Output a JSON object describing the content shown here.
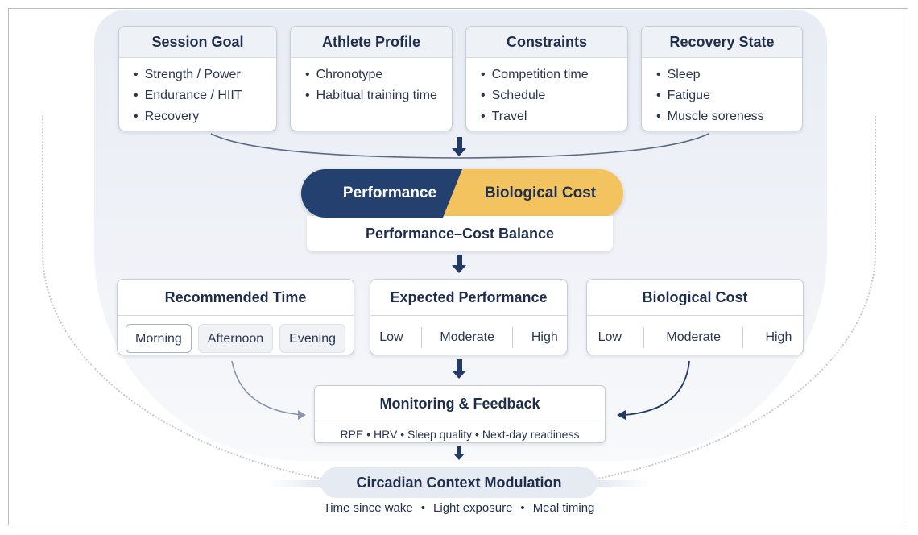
{
  "inputs": [
    {
      "title": "Session Goal",
      "items": [
        "Strength / Power",
        "Endurance / HIIT",
        "Recovery"
      ]
    },
    {
      "title": "Athlete Profile",
      "items": [
        "Chronotype",
        "Habitual training time"
      ]
    },
    {
      "title": "Constraints",
      "items": [
        "Competition time",
        "Schedule",
        "Travel"
      ]
    },
    {
      "title": "Recovery State",
      "items": [
        "Sleep",
        "Fatigue",
        "Muscle soreness"
      ]
    }
  ],
  "balance": {
    "left_label": "Performance",
    "right_label": "Biological Cost",
    "caption": "Performance–Cost Balance",
    "left_color": "#24406f",
    "right_color": "#f2c35e"
  },
  "outputs": {
    "recommended_time": {
      "title": "Recommended Time",
      "options": [
        "Morning",
        "Afternoon",
        "Evening"
      ],
      "selected": "Morning"
    },
    "expected_performance": {
      "title": "Expected Performance",
      "levels": [
        "Low",
        "Moderate",
        "High"
      ]
    },
    "biological_cost": {
      "title": "Biological Cost",
      "levels": [
        "Low",
        "Moderate",
        "High"
      ]
    }
  },
  "monitoring": {
    "title": "Monitoring & Feedback",
    "subtitle": "RPE • HRV • Sleep quality • Next-day readiness"
  },
  "circadian": {
    "title": "Circadian Context Modulation",
    "factors": [
      "Time since wake",
      "Light exposure",
      "Meal timing"
    ]
  },
  "colors": {
    "navy": "#233a66",
    "gray_arrow": "#8a96ab"
  }
}
